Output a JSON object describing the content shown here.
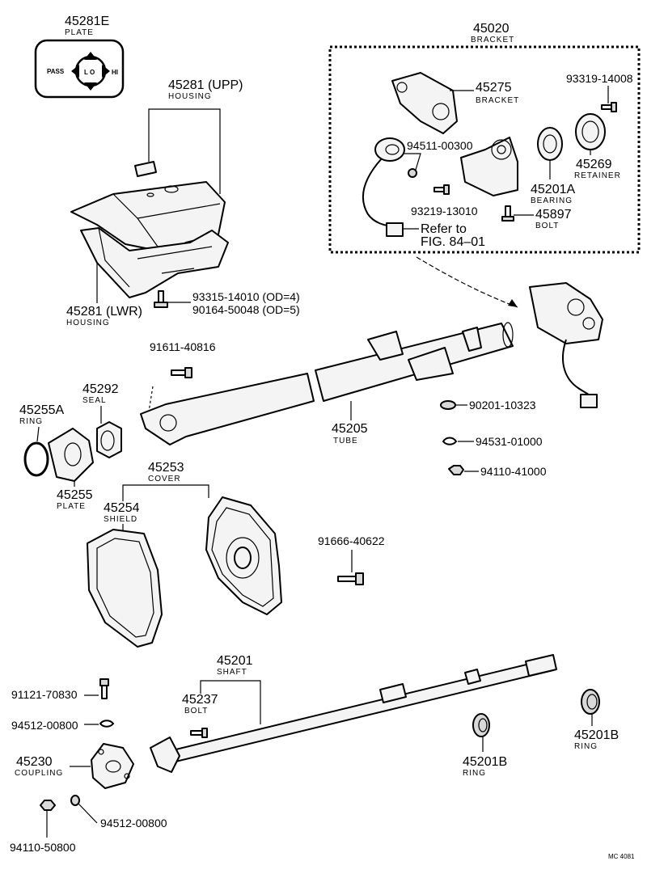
{
  "labels": {
    "plate_e_num": "45281E",
    "plate_e_name": "PLATE",
    "plate_pass": "PASS",
    "plate_lo": "L O",
    "plate_hi": "HI",
    "housing_upp_num": "45281 (UPP)",
    "housing_upp_name": "HOUSING",
    "housing_lwr_num": "45281 (LWR)",
    "housing_lwr_name": "HOUSING",
    "screw_od4": "93315-14010 (OD=4)",
    "screw_od5": "90164-50048 (OD=5)",
    "bracket_asm_num": "45020",
    "bracket_asm_name": "BRACKET",
    "bracket_num": "45275",
    "bracket_name": "BRACKET",
    "bolt_93319": "93319-14008",
    "nut_94511": "94511-00300",
    "retainer_num": "45269",
    "retainer_name": "RETAINER",
    "bearing_num": "45201A",
    "bearing_name": "BEARING",
    "screw_93219": "93219-13010",
    "bolt_45897_num": "45897",
    "bolt_45897_name": "BOLT",
    "refer_line1": "Refer to",
    "refer_line2": "FIG. 84–01",
    "bolt_91611": "91611-40816",
    "seal_num": "45292",
    "seal_name": "SEAL",
    "ring_a_num": "45255A",
    "ring_a_name": "RING",
    "plate_num": "45255",
    "plate_name": "PLATE",
    "tube_num": "45205",
    "tube_name": "TUBE",
    "washer_90201": "90201-10323",
    "washer_94531": "94531-01000",
    "nut_94110_41000": "94110-41000",
    "cover_num": "45253",
    "cover_name": "COVER",
    "shield_num": "45254",
    "shield_name": "SHIELD",
    "bolt_91666": "91666-40622",
    "shaft_num": "45201",
    "shaft_name": "SHAFT",
    "bolt_91121": "91121-70830",
    "bolt_45237_num": "45237",
    "bolt_45237_name": "BOLT",
    "washer_94512_a": "94512-00800",
    "coupling_num": "45230",
    "coupling_name": "COUPLING",
    "ring_b1_num": "45201B",
    "ring_b1_name": "RING",
    "ring_b2_num": "45201B",
    "ring_b2_name": "RING",
    "washer_94512_b": "94512-00800",
    "nut_94110_50800": "94110-50800",
    "figure_code": "MC 4081"
  }
}
